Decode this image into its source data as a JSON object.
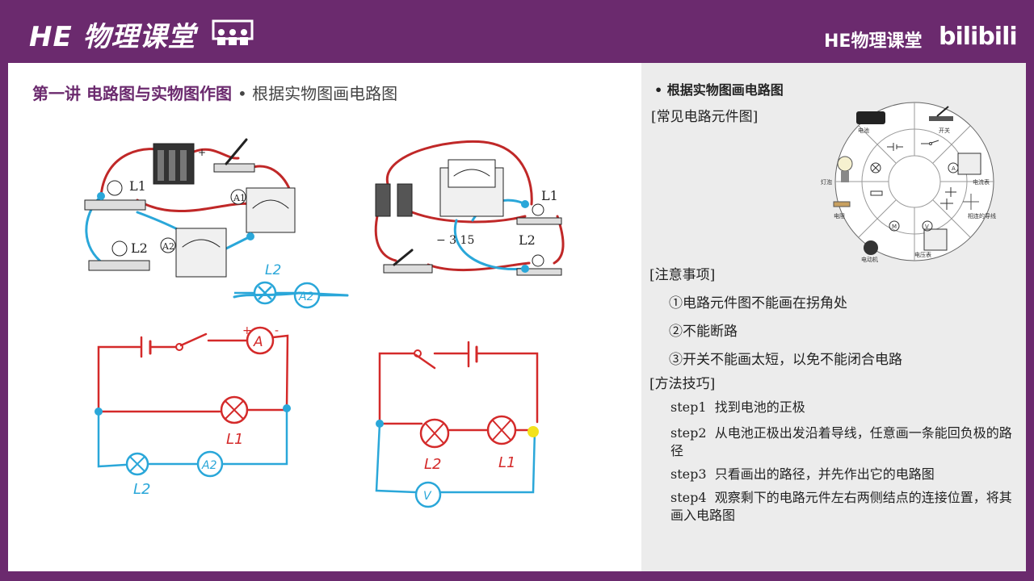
{
  "header": {
    "logo_text": "HE 物理课堂",
    "brand_right": "HE物理课堂",
    "site_logo": "bilibili"
  },
  "main": {
    "title_bold": "第一讲  电路图与实物图作图",
    "title_sub": "• 根据实物图画电路图",
    "fig1": {
      "L1": "L1",
      "L2": "L2",
      "A1": "A1",
      "A2": "A2",
      "plus": "+"
    },
    "fig2": {
      "L1": "L1",
      "L2": "L2",
      "scale": "− 3  15"
    },
    "handwritten": {
      "d1_L2": "L2",
      "d1_A2": "A2",
      "d2_L1": "L1",
      "d2_L2": "L2",
      "d2_A2": "A2",
      "d2_A": "A",
      "d2_plus": "+",
      "d2_minus": "-",
      "d3_L2": "L2",
      "d3_L1": "L1",
      "d3_V": "V"
    },
    "colors": {
      "red": "#d42a2a",
      "blue": "#2aa7d9",
      "purple": "#6b2a6e"
    }
  },
  "side": {
    "bullet_title": "• 根据实物图画电路图",
    "components_label": "[常见电路元件图]",
    "wheel_labels": [
      "电池",
      "开关",
      "灯泡",
      "电流表",
      "电阻",
      "电动机",
      "电压表",
      "相连的导线"
    ],
    "notes_label": "[注意事项]",
    "notes": [
      "①电路元件图不能画在拐角处",
      "②不能断路",
      "③开关不能画太短，以免不能闭合电路"
    ],
    "method_label": "[方法技巧]",
    "steps": [
      {
        "key": "step1",
        "text": "找到电池的正极"
      },
      {
        "key": "step2",
        "text": "从电池正极出发沿着导线，任意画一条能回负极的路径"
      },
      {
        "key": "step3",
        "text": "只看画出的路径，并先作出它的电路图"
      },
      {
        "key": "step4",
        "text": "观察剩下的电路元件左右两侧结点的连接位置，将其画入电路图"
      }
    ]
  }
}
